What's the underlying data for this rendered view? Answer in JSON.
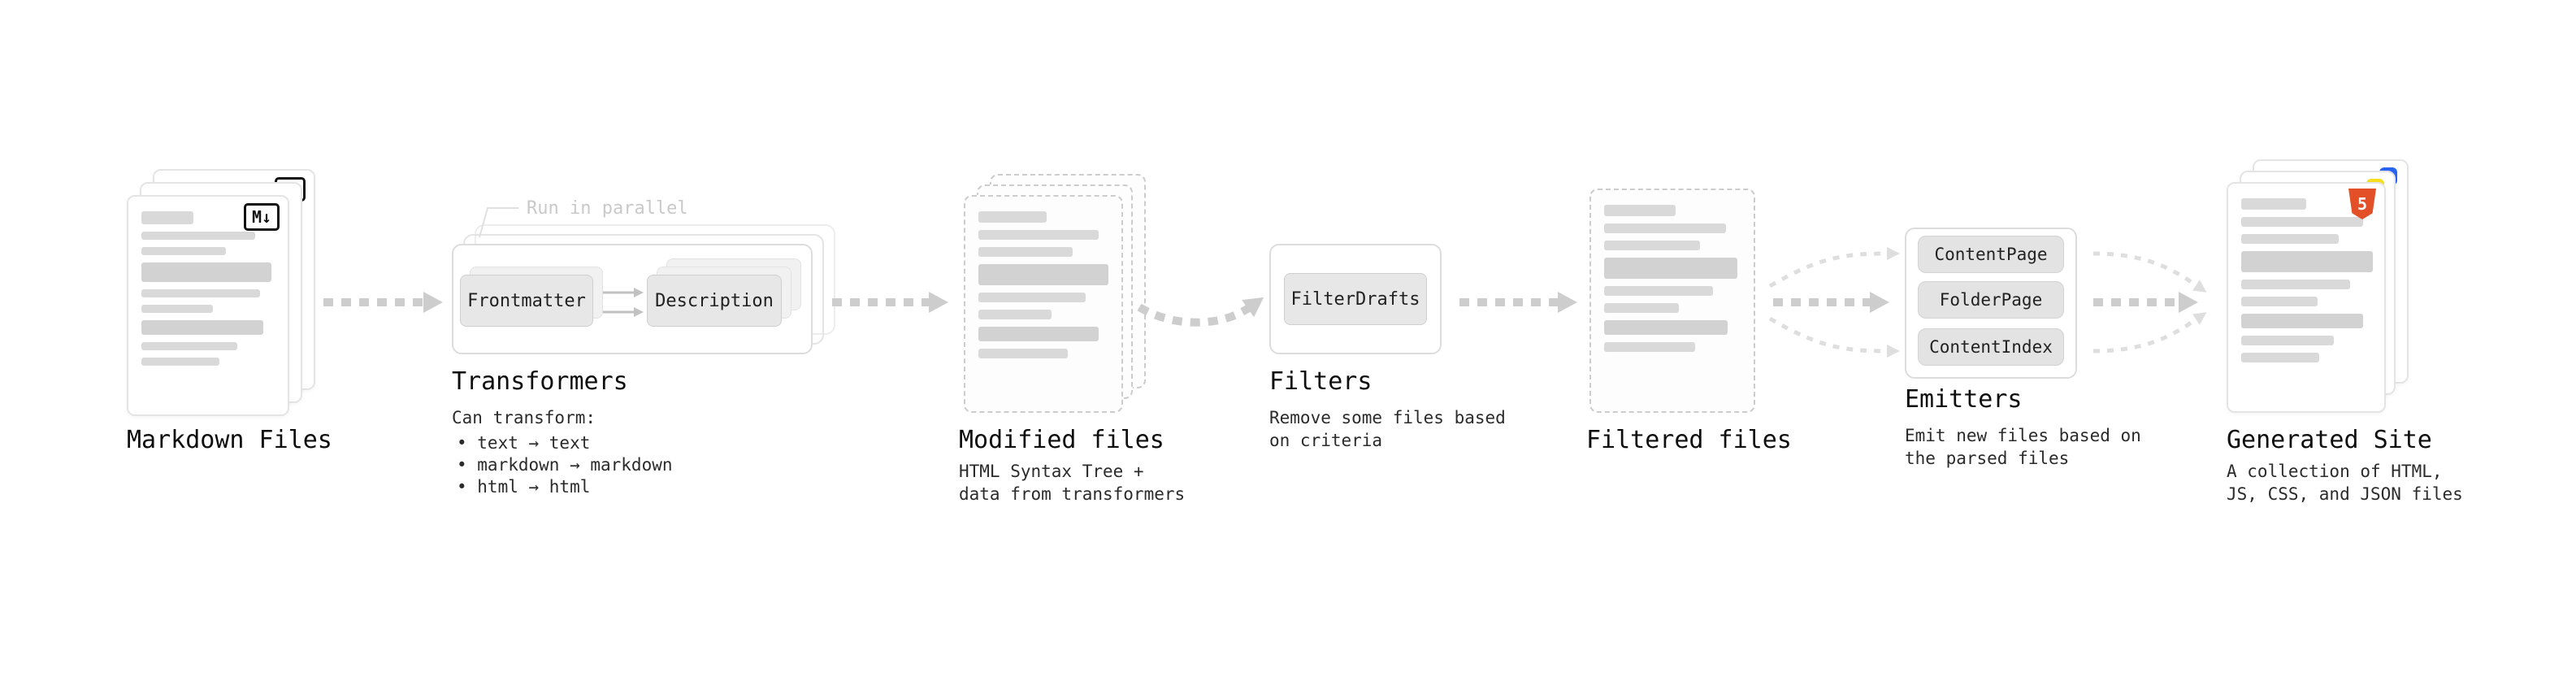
{
  "stages": {
    "markdown_files": {
      "label": "Markdown Files",
      "badge": "M↓"
    },
    "transformers": {
      "label": "Transformers",
      "parallel_note": "Run in parallel",
      "box_frontmatter": "Frontmatter",
      "box_description": "Description",
      "subtitle": "Can transform:",
      "bullets": [
        "• text → text",
        "• markdown → markdown",
        "• html → html"
      ]
    },
    "modified_files": {
      "label": "Modified files",
      "subtitle": "HTML Syntax Tree + data from transformers"
    },
    "filters": {
      "label": "Filters",
      "box_filterdrafts": "FilterDrafts",
      "subtitle": "Remove some files based on criteria"
    },
    "filtered_files": {
      "label": "Filtered files"
    },
    "emitters": {
      "label": "Emitters",
      "boxes": [
        "ContentPage",
        "FolderPage",
        "ContentIndex"
      ],
      "subtitle": "Emit new files based on the parsed files"
    },
    "generated_site": {
      "label": "Generated Site",
      "badge": "5",
      "subtitle": "A collection of HTML, JS, CSS, and JSON files"
    }
  },
  "colors": {
    "arrow": "#cdcdcd",
    "html_badge": "#e34f26",
    "js_badge": "#f7df1e",
    "css_badge": "#2965f1"
  }
}
